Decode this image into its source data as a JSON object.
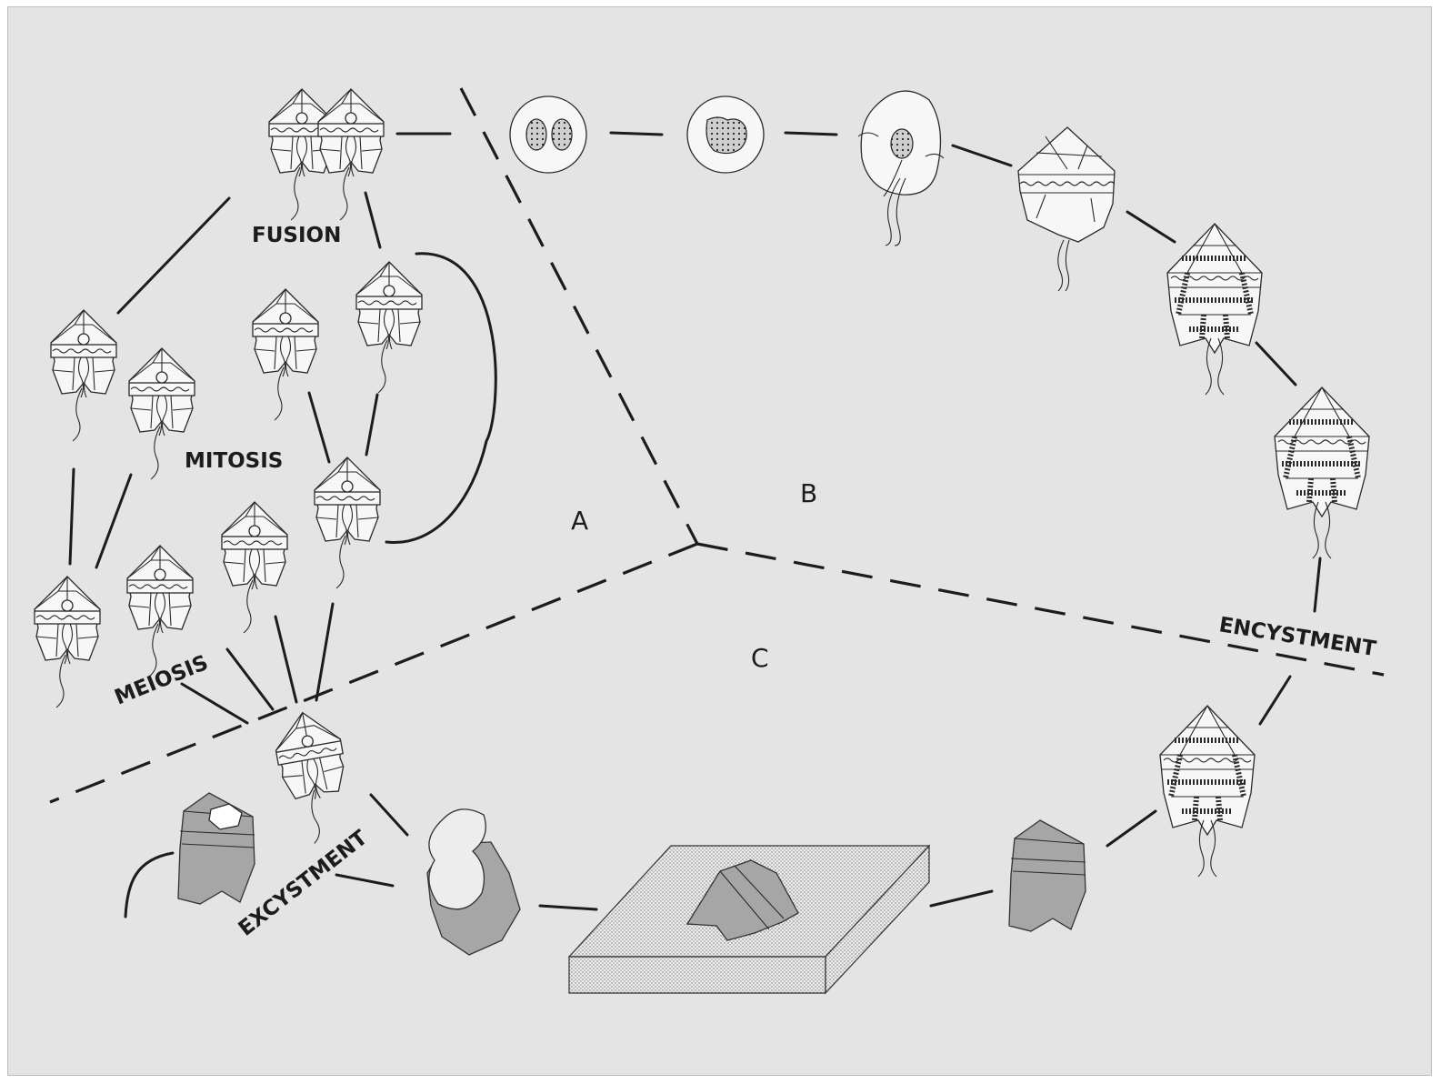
{
  "labels": {
    "fusion": "FUSION",
    "mitosis": "MITOSIS",
    "meiosis": "MEIOSIS",
    "excystment": "EXCYSTMENT",
    "encystment": "ENCYSTMENT"
  },
  "zones": {
    "a": "A",
    "b": "B",
    "c": "C"
  },
  "colors": {
    "background": "#e4e4e4",
    "line": "#1c1c1c",
    "cell_fill": "#f7f7f7",
    "cyst_fill": "#a6a6a6",
    "sediment_fill": "#d8d8d8"
  }
}
